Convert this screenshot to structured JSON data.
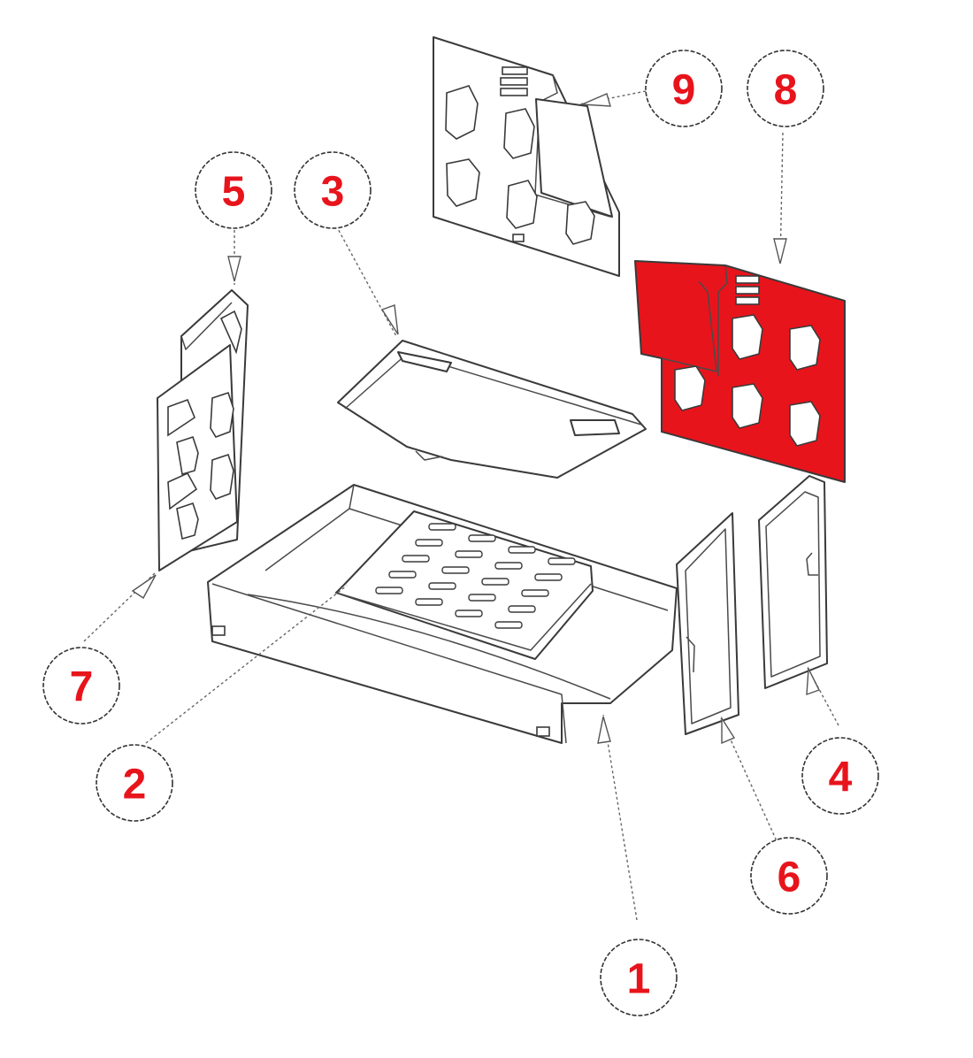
{
  "colors": {
    "callout_text": "#e8141c",
    "highlight": "#e8141c",
    "line": "#3a3a3a",
    "background": "#ffffff"
  },
  "callouts": [
    {
      "label": "1",
      "highlighted": false
    },
    {
      "label": "2",
      "highlighted": false
    },
    {
      "label": "3",
      "highlighted": false
    },
    {
      "label": "4",
      "highlighted": false
    },
    {
      "label": "5",
      "highlighted": false
    },
    {
      "label": "6",
      "highlighted": false
    },
    {
      "label": "7",
      "highlighted": false
    },
    {
      "label": "8",
      "highlighted": true
    },
    {
      "label": "9",
      "highlighted": false
    }
  ]
}
